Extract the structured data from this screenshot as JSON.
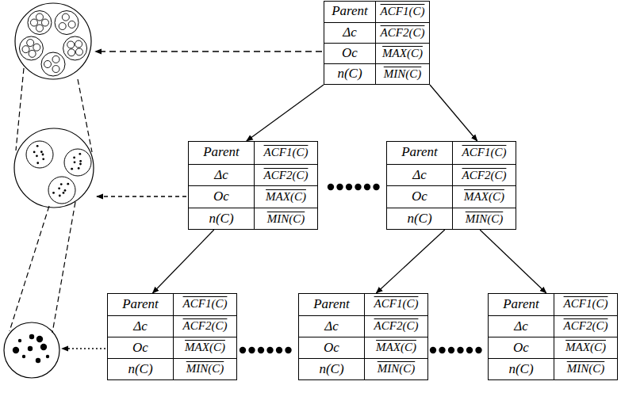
{
  "diagram": {
    "nodes": [
      {
        "text": [
          "Parent",
          "ACF1(C)",
          "Δc",
          "ACF2(C)",
          "Oc",
          "MAX(C)",
          "n(C)",
          "MIN(C)"
        ]
      },
      {
        "text": [
          "Parent",
          "ACF1(C)",
          "Δc",
          "ACF2(C)",
          "Oc",
          "MAX(C)",
          "n(C)",
          "MIN(C)"
        ]
      },
      {
        "text": [
          "Parent",
          "ACF1(C)",
          "Δc",
          "ACF2(C)",
          "Oc",
          "MAX(C)",
          "n(C)",
          "MIN(C)"
        ]
      },
      {
        "text": [
          "Parent",
          "ACF1(C)",
          "Δc",
          "ACF2(C)",
          "Oc",
          "MAX(C)",
          "n(C)",
          "MIN(C)"
        ]
      },
      {
        "text": [
          "Parent",
          "ACF1(C)",
          "Δc",
          "ACF2(C)",
          "Oc",
          "MAX(C)",
          "n(C)",
          "MIN(C)"
        ]
      },
      {
        "text": [
          "Parent",
          "ACF1(C)",
          "Δc",
          "ACF2(C)",
          "Oc",
          "MAX(C)",
          "n(C)",
          "MIN(C)"
        ]
      }
    ],
    "edges": [
      {
        "from": 0,
        "to": 1,
        "arrow": "to"
      },
      {
        "from": 0,
        "to": 2,
        "arrow": "to"
      },
      {
        "from": 1,
        "to": 3,
        "arrow": "to"
      },
      {
        "from": 2,
        "to": 4,
        "arrow": "to"
      },
      {
        "from": 2,
        "to": 5,
        "arrow": "to"
      }
    ]
  }
}
